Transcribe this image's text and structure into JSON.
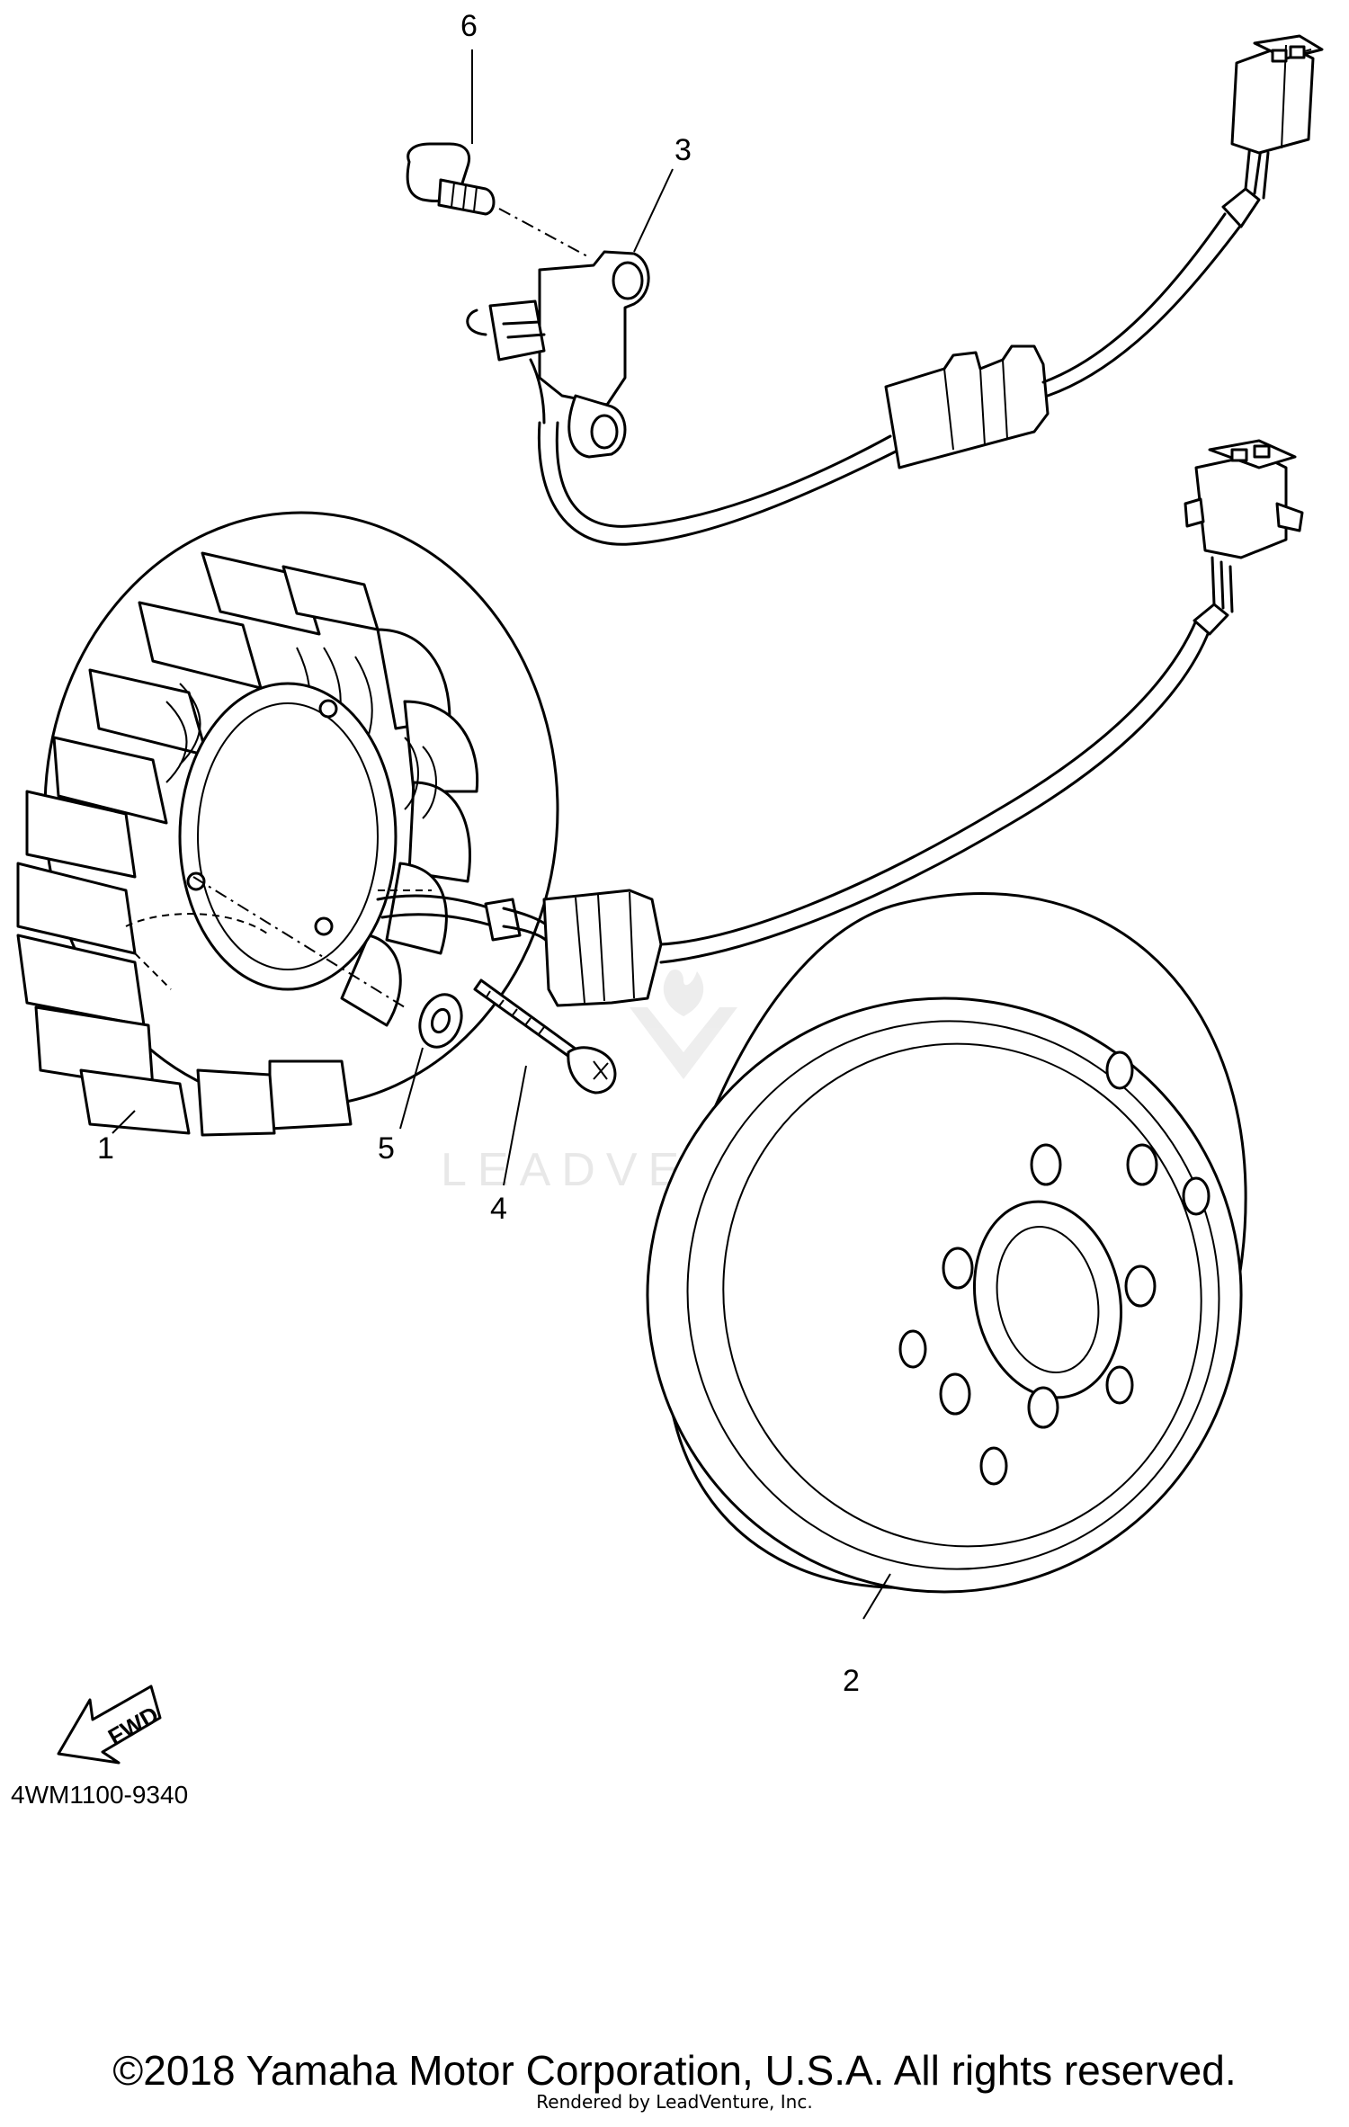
{
  "diagram": {
    "callouts": [
      {
        "id": "1",
        "label": "1"
      },
      {
        "id": "2",
        "label": "2"
      },
      {
        "id": "3",
        "label": "3"
      },
      {
        "id": "4",
        "label": "4"
      },
      {
        "id": "5",
        "label": "5"
      },
      {
        "id": "6",
        "label": "6"
      }
    ],
    "fwd_label": "FWD",
    "diagram_code": "4WM1100-9340",
    "watermark": "LEADVENTURE"
  },
  "footer": {
    "copyright": "©2018 Yamaha Motor Corporation, U.S.A. All rights reserved.",
    "rendered_by": "Rendered by LeadVenture, Inc."
  }
}
